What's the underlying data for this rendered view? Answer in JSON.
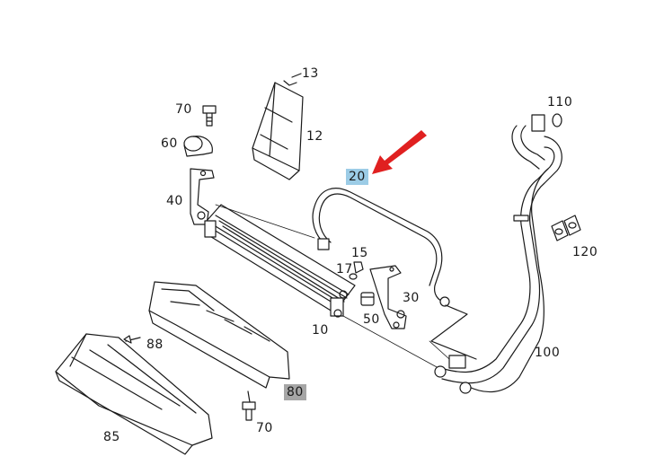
{
  "diagram": {
    "callouts": [
      {
        "key": "c13",
        "text": "13"
      },
      {
        "key": "c110",
        "text": "110"
      },
      {
        "key": "c70a",
        "text": "70"
      },
      {
        "key": "c12",
        "text": "12"
      },
      {
        "key": "c60",
        "text": "60"
      },
      {
        "key": "c20",
        "text": "20"
      },
      {
        "key": "c40",
        "text": "40"
      },
      {
        "key": "c120",
        "text": "120"
      },
      {
        "key": "c15",
        "text": "15"
      },
      {
        "key": "c17",
        "text": "17"
      },
      {
        "key": "c30",
        "text": "30"
      },
      {
        "key": "c50",
        "text": "50"
      },
      {
        "key": "c88",
        "text": "88"
      },
      {
        "key": "c10",
        "text": "10"
      },
      {
        "key": "c100",
        "text": "100"
      },
      {
        "key": "c80",
        "text": "80"
      },
      {
        "key": "c70b",
        "text": "70"
      },
      {
        "key": "c85",
        "text": "85"
      }
    ],
    "highlight_colors": {
      "selected_part": "#9ccce6",
      "secondary_part": "#a6a6a6",
      "arrow": "#e02020"
    }
  }
}
